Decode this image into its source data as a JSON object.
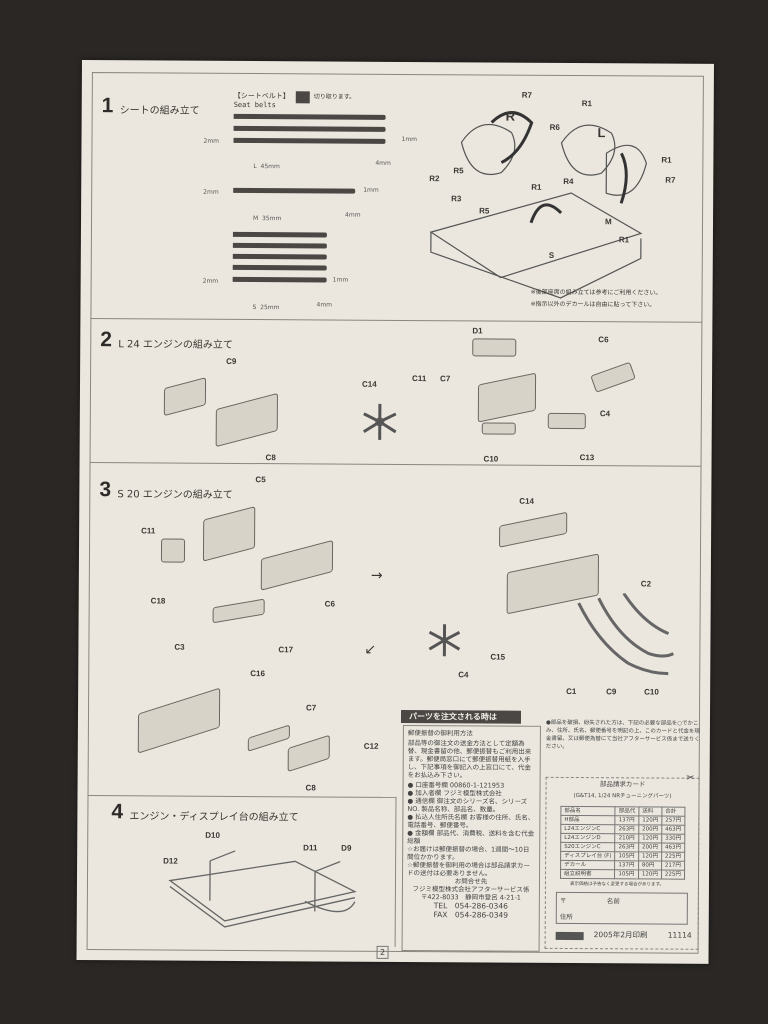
{
  "steps": [
    {
      "num": "1",
      "title": "シートの組み立て"
    },
    {
      "num": "2",
      "title": "L 24 エンジンの組み立て"
    },
    {
      "num": "3",
      "title": "S 20 エンジンの組み立て"
    },
    {
      "num": "4",
      "title": "エンジン・ディスプレイ台の組み立て"
    }
  ],
  "seatbelts": {
    "heading": "【シートベルト】",
    "subheading": "Seat belts",
    "cut_note": "切り取ります。",
    "L": {
      "mark": "L",
      "length": "45mm"
    },
    "M": {
      "mark": "M",
      "length": "35mm"
    },
    "S": {
      "mark": "S",
      "length": "25mm"
    },
    "dim_2mm": "2mm",
    "dim_1mm": "1mm",
    "dim_4mm": "4mm"
  },
  "notes": {
    "rear_seat": "※後部座席の組み立ては参考にご利用ください。",
    "decal": "※指示以外のデカールは自由に貼って下さい。"
  },
  "labels": {
    "step1": [
      "R7",
      "R1",
      "R2",
      "R5",
      "R3",
      "R1",
      "R5",
      "R1",
      "R1",
      "R7",
      "R4",
      "R6",
      "M",
      "S",
      "L",
      "R"
    ],
    "step2": [
      "C9",
      "C8",
      "D1",
      "C6",
      "C14",
      "C11",
      "C7",
      "C4",
      "C10",
      "C13"
    ],
    "step3": [
      "C5",
      "C11",
      "C18",
      "C3",
      "C17",
      "C6",
      "C14",
      "C2",
      "C15",
      "C4",
      "C1",
      "C9",
      "C10",
      "C16",
      "C7",
      "C12",
      "C8"
    ],
    "step4": [
      "D10",
      "D12",
      "D11",
      "D9"
    ]
  },
  "order": {
    "header": "パーツを注文される時は",
    "method_title": "郵便振替の御利用方法",
    "method_body": "部品等の御注文の送金方法として定額為替、現金書留の他、郵便振替もご利用出来ます。郵便局窓口にて郵便振替用紙を入手し、下記事項を御記入の上窓口にて、代金をお払込み下さい。",
    "fields": [
      {
        "label": "口座番号欄",
        "value": "00860-1-121953"
      },
      {
        "label": "加入者欄",
        "value": "フジミ模型株式会社"
      },
      {
        "label": "通信欄",
        "value": "御注文のシリーズ名、シリーズ NO. 製品名称、部品名、数量。"
      },
      {
        "label": "払込人住所氏名欄",
        "value": "お客様の住所、氏名、電話番号、郵便番号。"
      },
      {
        "label": "金額欄",
        "value": "部品代、消費税、送料を含む代金総額"
      }
    ],
    "note1": "☆お届けは郵便振替の場合、1週間～10日間位かかります。",
    "note2": "☆郵便振替を御利用の場合は部品請求カードの送付は必要ありません。",
    "contact_title": "お問合せ先",
    "company": "フジミ模型株式会社アフターサービス係",
    "address": "〒422-8033　静岡市登呂 4-21-1",
    "tel": "TEL　054-286-0346",
    "fax": "FAX　054-286-0349",
    "right_note": "●部品を破損、紛失された方は、下記の必要な部品を○でかこみ、住所、氏名、郵便番号を明記の上、このカードと代金を現金書留、又は郵便為替にて当社アフターサービス係まで送りください。",
    "card_title": "部品請求カード",
    "card_subtitle": "(G&T14, 1/24 NRチューニングパーツ)",
    "table_header": [
      "部品名",
      "部品代",
      "送料",
      "合計"
    ],
    "table_rows": [
      [
        "H部品",
        "137円",
        "120円",
        "257円"
      ],
      [
        "L24エンジンC",
        "263円",
        "200円",
        "463円"
      ],
      [
        "L24エンジンD",
        "210円",
        "120円",
        "330円"
      ],
      [
        "S20エンジンC",
        "263円",
        "200円",
        "463円"
      ],
      [
        "ディスプレイ台 (F)",
        "105円",
        "120円",
        "225円"
      ],
      [
        "デカール",
        "137円",
        "80円",
        "217円"
      ],
      [
        "組立説明書",
        "105円",
        "120円",
        "225円"
      ]
    ],
    "table_note": "表示価格は予告なく変更する場合があります。",
    "postal_mark": "〒",
    "name_label": "名前",
    "address_label": "住所",
    "print_date": "2005年2月印刷",
    "code": "11114"
  },
  "page_number": "2"
}
